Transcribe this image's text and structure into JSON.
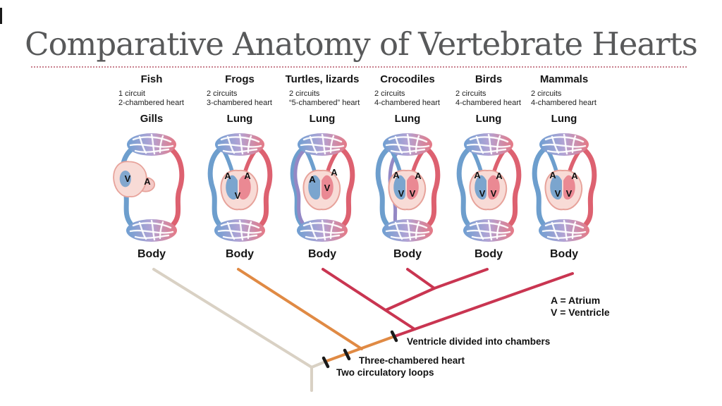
{
  "slide": {
    "title": "Comparative Anatomy of Vertebrate Hearts"
  },
  "columns": [
    {
      "name": "Fish",
      "circuits": "1 circuit",
      "heart": "2-chambered heart",
      "organ_top": "Gills",
      "organ_bottom": "Body",
      "chambers": [
        "V",
        "A"
      ],
      "layout": "fish",
      "mixed_vessel": false
    },
    {
      "name": "Frogs",
      "circuits": "2 circuits",
      "heart": "3-chambered heart",
      "organ_top": "Lung",
      "organ_bottom": "Body",
      "chambers": [
        "A",
        "A",
        "V"
      ],
      "layout": "three",
      "mixed_vessel": false
    },
    {
      "name": "Turtles, lizards",
      "circuits": "2 circuits",
      "heart": "“5-chambered” heart",
      "organ_top": "Lung",
      "organ_bottom": "Body",
      "chambers": [
        "A",
        "A",
        "V"
      ],
      "layout": "turtle",
      "mixed_vessel": true
    },
    {
      "name": "Crocodiles",
      "circuits": "2 circuits",
      "heart": "4-chambered heart",
      "organ_top": "Lung",
      "organ_bottom": "Body",
      "chambers": [
        "A",
        "A",
        "V",
        "V"
      ],
      "layout": "four",
      "mixed_vessel": true
    },
    {
      "name": "Birds",
      "circuits": "2 circuits",
      "heart": "4-chambered heart",
      "organ_top": "Lung",
      "organ_bottom": "Body",
      "chambers": [
        "A",
        "A",
        "V",
        "V"
      ],
      "layout": "four",
      "mixed_vessel": false
    },
    {
      "name": "Mammals",
      "circuits": "2 circuits",
      "heart": "4-chambered heart",
      "organ_top": "Lung",
      "organ_bottom": "Body",
      "chambers": [
        "A",
        "A",
        "V",
        "V"
      ],
      "layout": "four",
      "mixed_vessel": false
    }
  ],
  "tree": {
    "labels": {
      "ventricle_divided": "Ventricle divided into chambers",
      "three_chambered": "Three-chambered heart",
      "two_loops": "Two circulatory loops"
    },
    "legend": {
      "atrium": "A = Atrium",
      "ventricle": "V = Ventricle"
    },
    "branch_colors": {
      "fish": "#d9d1c4",
      "amphibian": "#e08a44",
      "amniote": "#c93551",
      "trait_tick": "#1a1a1a"
    }
  }
}
